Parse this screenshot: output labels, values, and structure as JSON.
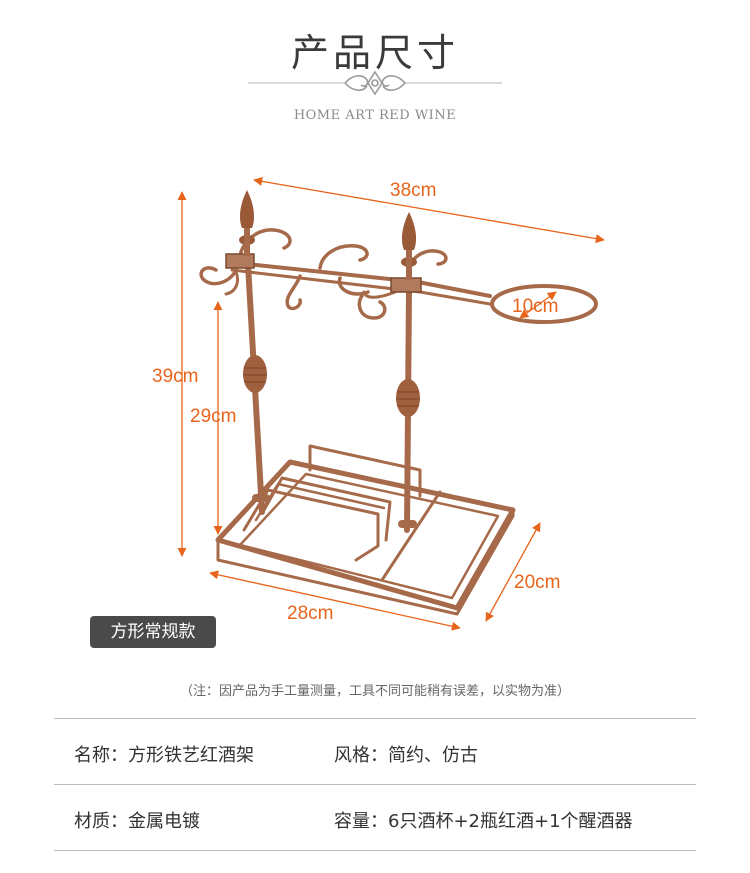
{
  "header": {
    "title": "产品尺寸",
    "subtitle": "HOME ART RED WINE"
  },
  "dimensions": {
    "length": "38cm",
    "ring": "10cm",
    "height": "39cm",
    "post_height": "29cm",
    "depth": "20cm",
    "base_width": "28cm"
  },
  "badge": "方形常规款",
  "note": "（注：因产品为手工量测量，工具不同可能稍有误差，以实物为准）",
  "specs": [
    {
      "label": "名称：",
      "value": "方形铁艺红酒架"
    },
    {
      "label": "风格：",
      "value": "简约、仿古"
    },
    {
      "label": "材质：",
      "value": "金属电镀"
    },
    {
      "label": "容量：",
      "value": "6只酒杯+2瓶红酒+1个醒酒器"
    }
  ],
  "colors": {
    "dimension": "#e8641a",
    "rack": "#a66a4a",
    "badge_bg": "#4a4a4a"
  }
}
